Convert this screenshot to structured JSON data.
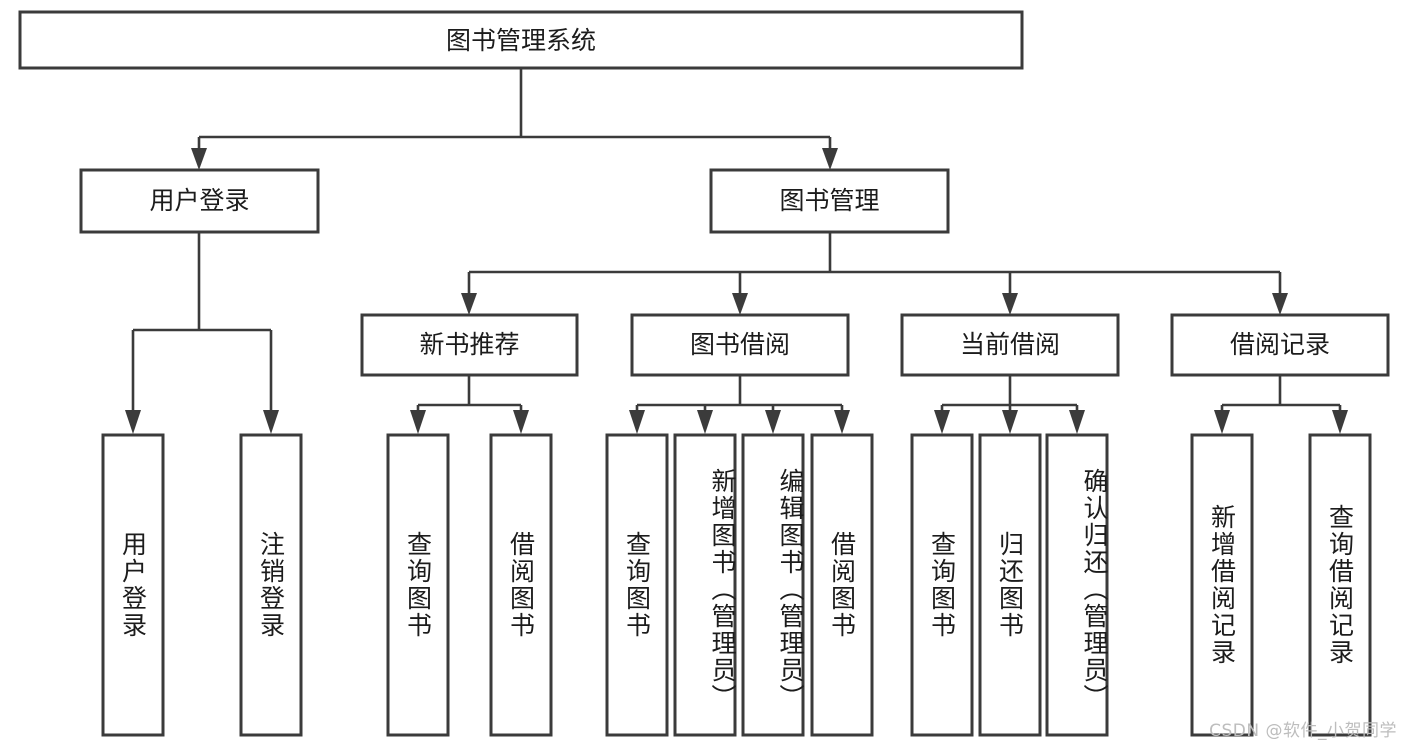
{
  "diagram": {
    "title": "图书管理系统",
    "watermark": "CSDN @软件_小贺同学",
    "colors": {
      "stroke": "#3b3b3b",
      "fill": "#ffffff",
      "text": "#1c1c1c",
      "watermark": "#bdbdbd",
      "background": "#ffffff"
    },
    "root": {
      "label": "图书管理系统"
    },
    "level2": [
      {
        "label": "用户登录"
      },
      {
        "label": "图书管理"
      }
    ],
    "level3": [
      {
        "label": "新书推荐"
      },
      {
        "label": "图书借阅"
      },
      {
        "label": "当前借阅"
      },
      {
        "label": "借阅记录"
      }
    ],
    "leaves": {
      "user_login": [
        {
          "label": "用户登录"
        },
        {
          "label": "注销登录"
        }
      ],
      "new_book_recommend": [
        {
          "label": "查询图书"
        },
        {
          "label": "借阅图书"
        }
      ],
      "book_borrow": [
        {
          "label": "查询图书"
        },
        {
          "label": "新增图书（管理员）"
        },
        {
          "label": "编辑图书（管理员）"
        },
        {
          "label": "借阅图书"
        }
      ],
      "current_borrow": [
        {
          "label": "查询图书"
        },
        {
          "label": "归还图书"
        },
        {
          "label": "确认归还（管理员）"
        }
      ],
      "borrow_record": [
        {
          "label": "新增借阅记录"
        },
        {
          "label": "查询借阅记录"
        }
      ]
    }
  }
}
